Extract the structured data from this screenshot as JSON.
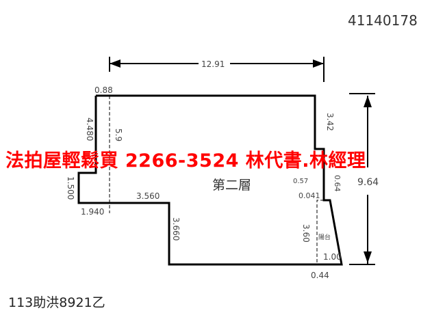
{
  "document_number": "41140178",
  "caption": "113助洪8921乙",
  "overlay_text": "法拍屋輕鬆買  2266-3524  林代書.林經理",
  "overlay_color": "#ff0000",
  "floor_label": "第二層",
  "balcony_label": "陽台",
  "dimensions": {
    "overall_width": "12.91",
    "overall_depth": "9.64",
    "top_left": "0.88",
    "left_upper": "4.480",
    "inner_left": "5.9",
    "left_step": "1.500",
    "bottom_left": "1.940",
    "middle_step": "3.560",
    "center_vertical": "3.660",
    "right_upper": "3.42",
    "right_mid": "0.57",
    "right_mid_vertical": "0.64",
    "right_step": "0.041",
    "balcony_depth": "3.60",
    "balcony_bottom": "1.00",
    "bottom_right": "0.44"
  }
}
